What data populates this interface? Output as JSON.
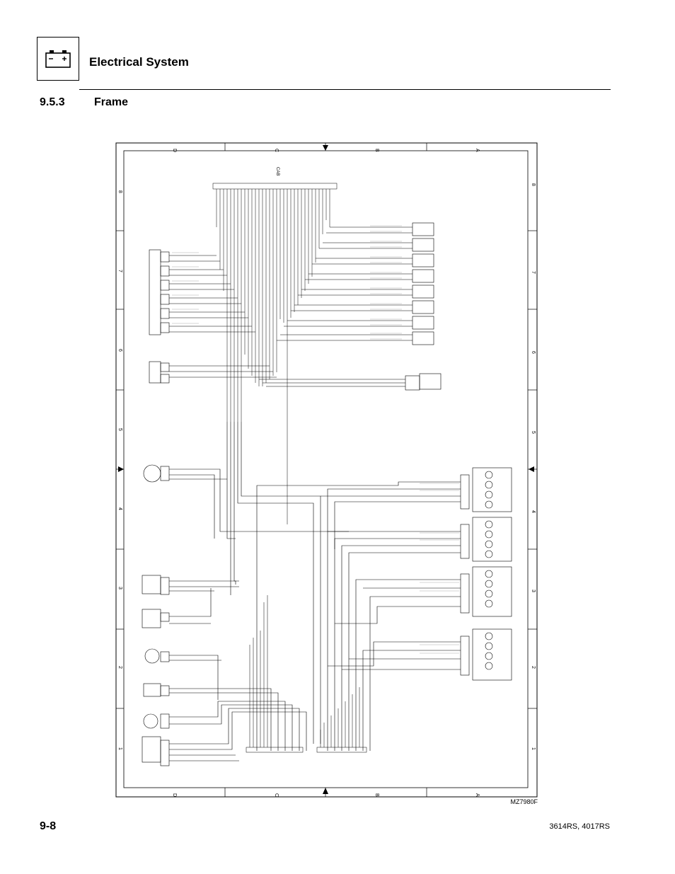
{
  "header": {
    "title": "Electrical System",
    "icon": "battery-icon"
  },
  "section": {
    "number": "9.5.3",
    "name": "Frame"
  },
  "figure": {
    "id": "MZ7980F",
    "zone_letters": [
      "D",
      "C",
      "B",
      "A"
    ],
    "zone_numbers": [
      "8",
      "7",
      "6",
      "5",
      "4",
      "3",
      "2",
      "1"
    ],
    "cab_label": "CAB"
  },
  "footer": {
    "page": "9-8",
    "models": "3614RS, 4017RS"
  }
}
